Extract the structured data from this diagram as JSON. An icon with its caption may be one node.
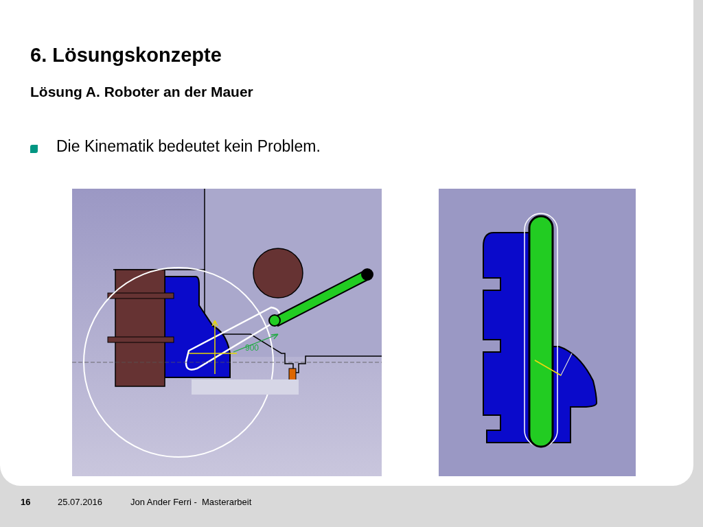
{
  "diagram": {
    "title": "6. Lösungskonzepte",
    "labels": [
      "Lösung A. Roboter an der Mauer",
      "Die Kinematik bedeutet kein Problem.",
      "900",
      "16",
      "25.07.2016",
      "Jon Ander Ferri -  Masterarbeit"
    ]
  }
}
